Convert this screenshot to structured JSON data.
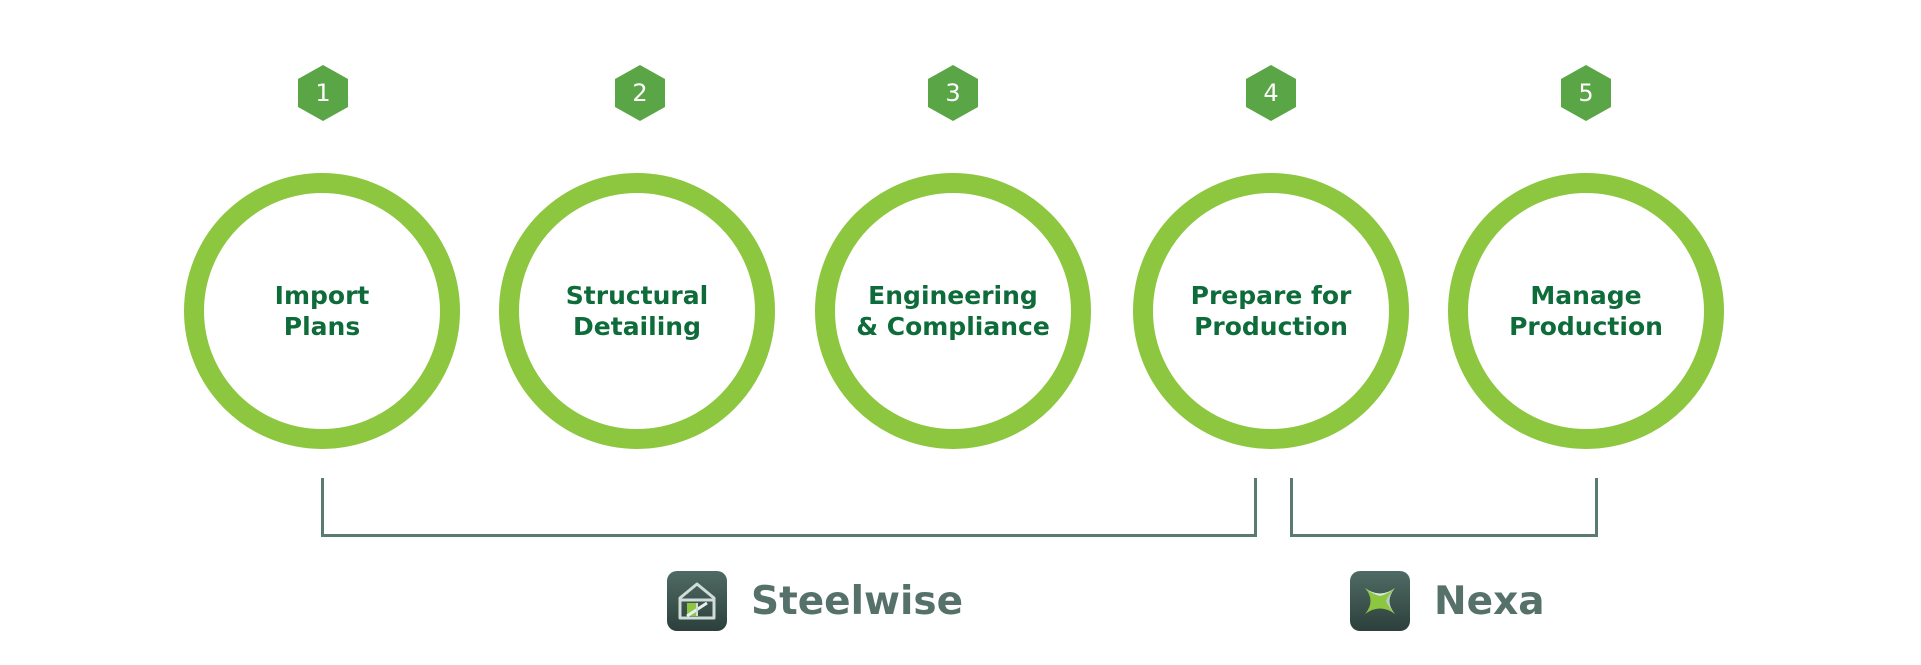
{
  "steps": [
    {
      "number": "1",
      "label": "Import\nPlans"
    },
    {
      "number": "2",
      "label": "Structural\nDetailing"
    },
    {
      "number": "3",
      "label": "Engineering\n& Compliance"
    },
    {
      "number": "4",
      "label": "Prepare for\nProduction"
    },
    {
      "number": "5",
      "label": "Manage\nProduction"
    }
  ],
  "products": [
    {
      "name": "Steelwise",
      "icon": "house-frame-icon",
      "spans_steps": [
        "1",
        "2",
        "3",
        "4"
      ]
    },
    {
      "name": "Nexa",
      "icon": "nexa-cross-icon",
      "spans_steps": [
        "4",
        "5"
      ]
    }
  ],
  "colors": {
    "ring": "#8dc63f",
    "badge": "#5aa546",
    "step_text": "#0e6b3a",
    "bracket": "#5b7b72",
    "product_text": "#56716a",
    "logo_bg": "#3c534d"
  }
}
